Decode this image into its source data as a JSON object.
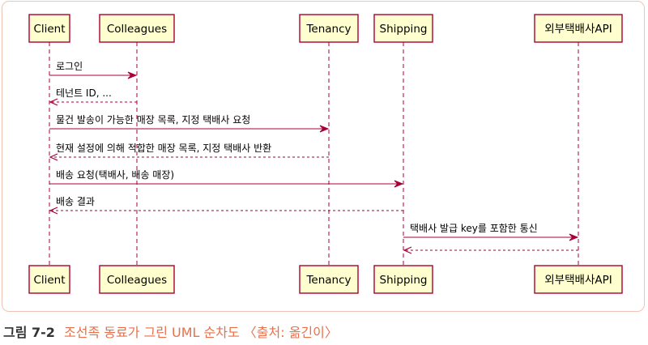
{
  "participants": [
    {
      "id": "client",
      "label": "Client"
    },
    {
      "id": "colleagues",
      "label": "Colleagues"
    },
    {
      "id": "tenancy",
      "label": "Tenancy"
    },
    {
      "id": "shipping",
      "label": "Shipping"
    },
    {
      "id": "external",
      "label": "외부택배사API"
    }
  ],
  "messages": [
    {
      "from": "client",
      "to": "colleagues",
      "label": "로그인",
      "kind": "sync"
    },
    {
      "from": "colleagues",
      "to": "client",
      "label": "테넌트 ID, ...",
      "kind": "return"
    },
    {
      "from": "client",
      "to": "tenancy",
      "label": "물건 발송이 가능한 매장 목록, 지정 택배사 요청",
      "kind": "sync"
    },
    {
      "from": "tenancy",
      "to": "client",
      "label": "현재 설정에 의해 적합한 매장 목록, 지정 택배사 반환",
      "kind": "return"
    },
    {
      "from": "client",
      "to": "shipping",
      "label": "배송 요청(택배사, 배송 매장)",
      "kind": "sync"
    },
    {
      "from": "shipping",
      "to": "client",
      "label": "배송 결과",
      "kind": "return"
    },
    {
      "from": "shipping",
      "to": "external",
      "label": "택배사 발급 key를 포함한 통신",
      "kind": "sync"
    },
    {
      "from": "external",
      "to": "shipping",
      "label": "",
      "kind": "return"
    }
  ],
  "caption": {
    "number": "그림 7-2",
    "text": "조선족 동료가 그린 UML 순차도 〈출처: 옮긴이〉"
  },
  "colors": {
    "box_fill": "#fefece",
    "box_border": "#a80036",
    "lifeline": "#a80036",
    "arrow": "#a80036",
    "frame_border": "#f0c4b4",
    "caption_accent": "#e8704a"
  }
}
